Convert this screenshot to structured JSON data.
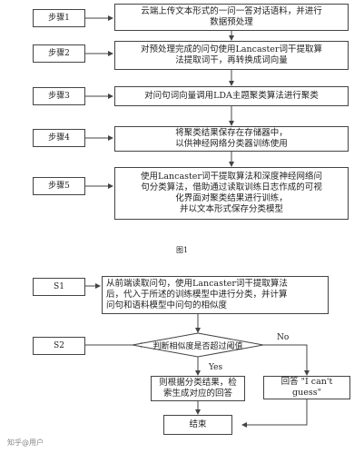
{
  "fig1": {
    "caption": "图1",
    "steps": [
      {
        "tag": "步骤1",
        "text_lines": [
          "云端上传文本形式的一问一答对话语料，并进行",
          "数据预处理"
        ]
      },
      {
        "tag": "步骤2",
        "text_lines": [
          "对预处理完成的问句使用Lancaster词干提取算",
          "法提取词干，再转换成词向量"
        ]
      },
      {
        "tag": "步骤3",
        "text_lines": [
          "对问句词向量调用LDA主题聚类算法进行聚类"
        ]
      },
      {
        "tag": "步骤4",
        "text_lines": [
          "将聚类结果保存在存储器中，",
          "以供神经网络分类器训练使用"
        ]
      },
      {
        "tag": "步骤5",
        "text_lines": [
          "使用Lancaster词干提取算法和深度神经网络问",
          "句分类算法，借助通过读取训练日志作成的可视",
          "化界面对聚类结果进行训练，",
          "并以文本形式保存分类模型"
        ]
      }
    ]
  },
  "fig2": {
    "s1_tag": "S1",
    "s2_tag": "S2",
    "s1_lines": [
      "从前端读取问句，使用Lancaster词干提取算法",
      "后，代入于所述的训练模型中进行分类，并计算",
      "问句和语料模型中问句的相似度"
    ],
    "decision": "判断相似度是否超过阈值",
    "yes": "Yes",
    "no": "No",
    "yes_box_lines": [
      "则根据分类结果，检",
      "索生成对应的回答"
    ],
    "no_box": "回答 \"I can't guess\"",
    "end": "结束"
  },
  "watermark": "知乎@用户"
}
